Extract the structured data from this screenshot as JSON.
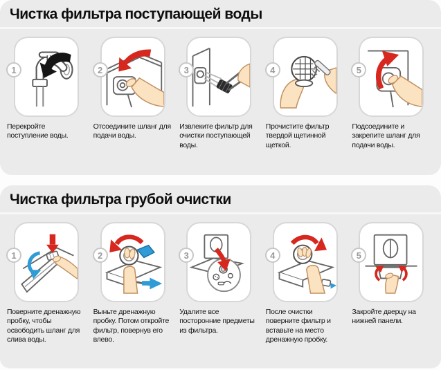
{
  "colors": {
    "panel_bg": "#ebebeb",
    "card_bg": "#ffffff",
    "card_border": "#d7d7d7",
    "accent_red": "#d6281e",
    "accent_blue": "#2f9cd8",
    "arrow_black": "#151515",
    "skin": "#fbe2c0",
    "outline_gray": "#666666"
  },
  "sections": [
    {
      "title": "Чистка фильтра поступающей воды",
      "steps": [
        {
          "number": "1",
          "icon": "tap-close-icon",
          "caption": "Перекройте поступление воды."
        },
        {
          "number": "2",
          "icon": "disconnect-inlet-hose-icon",
          "caption": "Отсоедините шланг для подачи воды."
        },
        {
          "number": "3",
          "icon": "extract-inlet-filter-icon",
          "caption": "Извлеките фильтр для очистки поступающей воды."
        },
        {
          "number": "4",
          "icon": "brush-filter-icon",
          "caption": "Прочистите фильтр твердой щетинной щеткой."
        },
        {
          "number": "5",
          "icon": "reconnect-hose-icon",
          "caption": "Подсоедините и закрепите шланг для подачи воды."
        }
      ]
    },
    {
      "title": "Чистка фильтра грубой очистки",
      "steps": [
        {
          "number": "1",
          "icon": "turn-drain-plug-icon",
          "caption": "Поверните дренажную пробку, чтобы освободить шланг для слива воды."
        },
        {
          "number": "2",
          "icon": "open-filter-icon",
          "caption": "Выньте дренажную пробку. Потом откройте фильтр, повернув его влево."
        },
        {
          "number": "3",
          "icon": "remove-debris-icon",
          "caption": "Удалите все посторонние предметы из фильтра."
        },
        {
          "number": "4",
          "icon": "reinsert-filter-icon",
          "caption": "После очистки поверните фильтр и вставьте на место дренажную пробку."
        },
        {
          "number": "5",
          "icon": "close-panel-door-icon",
          "caption": "Закройте дверцу на нижней панели."
        }
      ]
    }
  ]
}
